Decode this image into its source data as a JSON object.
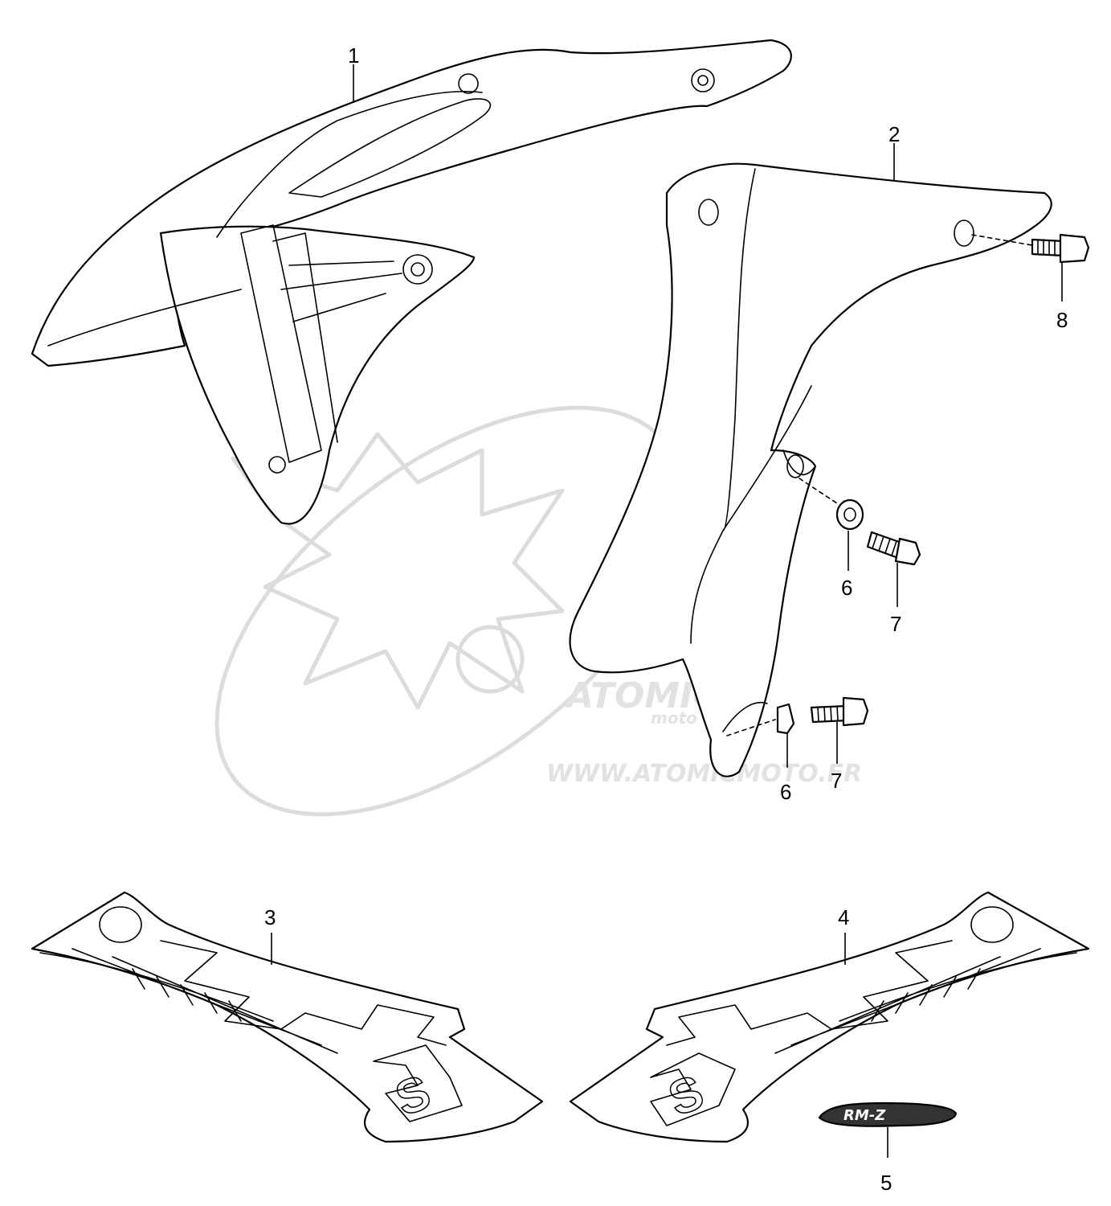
{
  "watermark": {
    "brand": "ATOMIC",
    "sub": "moto",
    "url": "WWW.ATOMICMOTO.FR",
    "color": "#dcdcdc"
  },
  "parts": [
    {
      "ref": "1",
      "name": "shroud-right"
    },
    {
      "ref": "2",
      "name": "shroud-left"
    },
    {
      "ref": "3",
      "name": "emblem-right"
    },
    {
      "ref": "4",
      "name": "emblem-left"
    },
    {
      "ref": "5",
      "name": "emblem-rm-z"
    },
    {
      "ref": "6",
      "name": "washer-upper"
    },
    {
      "ref": "7",
      "name": "bolt-upper"
    },
    {
      "ref": "6",
      "name": "washer-lower"
    },
    {
      "ref": "7",
      "name": "bolt-lower"
    },
    {
      "ref": "8",
      "name": "bolt-rear"
    }
  ],
  "emblem_text": {
    "rm_z": "RM-Z",
    "s_logo": "S"
  }
}
